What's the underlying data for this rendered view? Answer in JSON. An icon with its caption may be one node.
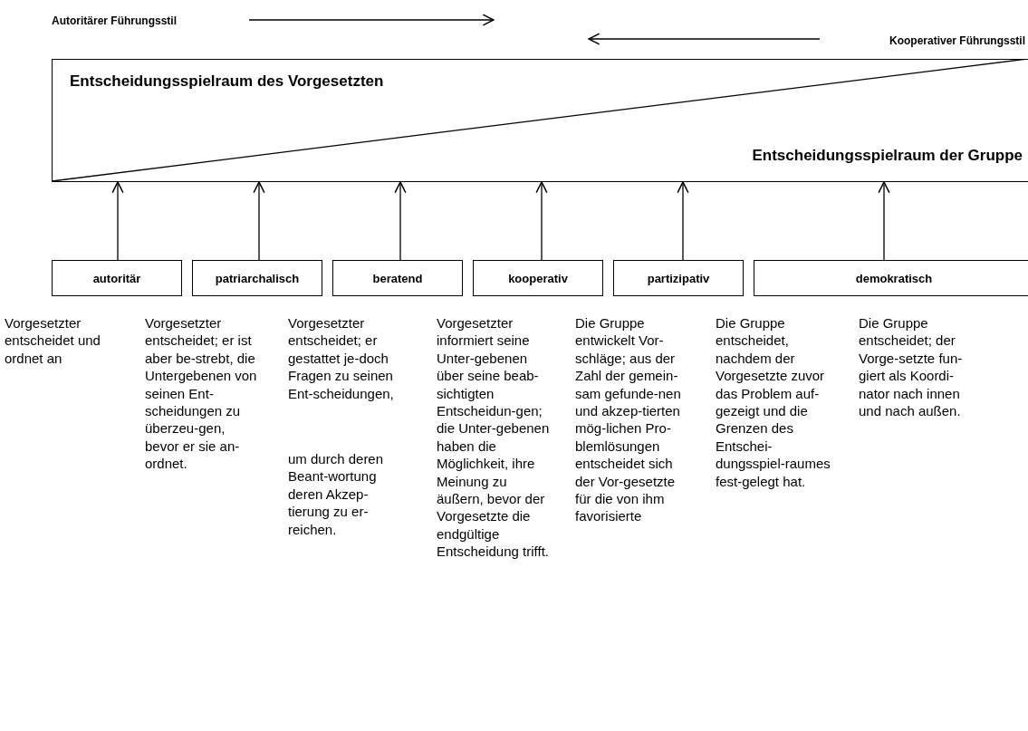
{
  "diagram": {
    "nodes": [
      {
        "text": [
          "Entscheidungsspielraum des Vorgesetzten",
          "Entscheidungsspielraum der Gruppe"
        ]
      },
      {
        "text": [
          "autoritär"
        ]
      },
      {
        "text": [
          "patriarchalisch"
        ]
      },
      {
        "text": [
          "beratend"
        ]
      },
      {
        "text": [
          "kooperativ"
        ]
      },
      {
        "text": [
          "partizipativ"
        ]
      },
      {
        "text": [
          "demokratisch"
        ]
      }
    ],
    "edges": [
      {
        "from": 1,
        "to": 0,
        "arrow": "to"
      },
      {
        "from": 2,
        "to": 0,
        "arrow": "to"
      },
      {
        "from": 3,
        "to": 0,
        "arrow": "to"
      },
      {
        "from": 4,
        "to": 0,
        "arrow": "to"
      },
      {
        "from": 5,
        "to": 0,
        "arrow": "to"
      },
      {
        "from": 6,
        "to": 0,
        "arrow": "to"
      }
    ],
    "labels": [
      "Autoritärer Führungsstil",
      "Kooperativer Führungsstil",
      "Vorgesetzter entscheidet und ordnet an",
      "Vorgesetzter entscheidet; er ist aber be-strebt, die Untergebenen von seinen Ent-scheidungen zu überzeu-gen, bevor er sie an-ordnet.",
      "Vorgesetzter entscheidet; er gestattet je-doch Fragen zu seinen Ent-scheidungen,",
      "um durch deren Beant-wortung deren Akzep-tierung zu er-reichen.",
      "Vorgesetzter informiert seine Unter-gebenen über seine beab-sichtigten Entscheidun-gen; die Unter-gebenen haben die Möglichkeit, ihre Meinung zu äußern, bevor der Vorgesetzte die endgültige Entscheidung trifft.",
      "Die Gruppe entwickelt Vor-schläge; aus der Zahl der gemein-sam gefunde-nen und akzep-tierten mög-lichen Pro-blemlösungen entscheidet sich der Vor-gesetzte für die von ihm favorisierte",
      "Die Gruppe entscheidet, nachdem der Vorgesetzte zuvor das Problem auf-gezeigt und die Grenzen des Entschei-dungsspiel-raumes fest-gelegt hat.",
      "Die Gruppe entscheidet; der Vorge-setzte fun-giert als Koordi-nator nach innen und nach außen."
    ]
  }
}
